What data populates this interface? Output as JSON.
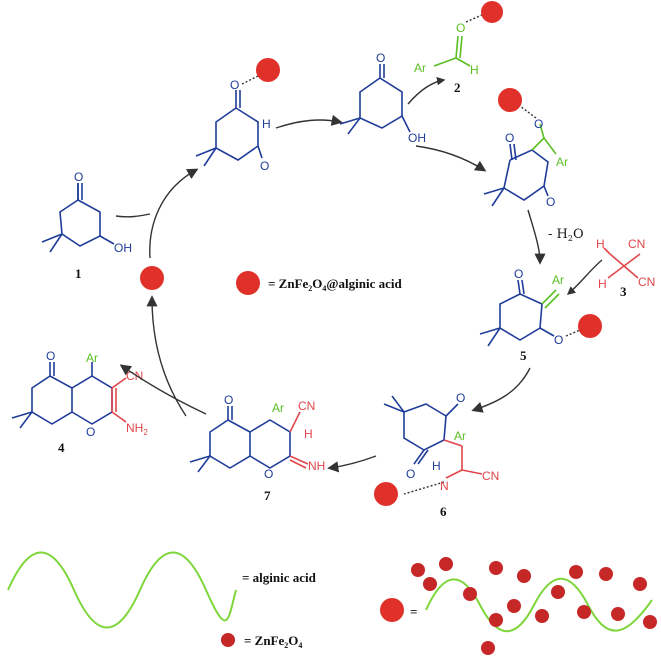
{
  "compounds": {
    "c1": "1",
    "c2": "2",
    "c3": "3",
    "c4": "4",
    "c5": "5",
    "c6": "6",
    "c7": "7"
  },
  "atoms": {
    "O": "O",
    "OH": "OH",
    "H": "H",
    "Ar": "Ar",
    "CN": "CN",
    "NH": "NH",
    "N": "N",
    "NH2_main": "NH",
    "NH2_sub": "2"
  },
  "step_label": {
    "prefix": "- H",
    "sub": "2",
    "suffix": "O"
  },
  "legend": {
    "catalyst_eq": "= ZnFe",
    "catalyst_sub1": "2",
    "catalyst_mid": "O",
    "catalyst_sub2": "4",
    "catalyst_tail": "@alginic acid",
    "alginic": "= alginic acid",
    "zn_prefix": "= ZnFe",
    "zn_sub1": "2",
    "zn_mid": "O",
    "zn_sub2": "4",
    "combined_eq": "="
  },
  "colors": {
    "structure": "#1f3d99",
    "highlight_red": "#e0464b",
    "highlight_green": "#5bbf22",
    "catalyst": "#e0302a",
    "arrow": "#333333"
  }
}
